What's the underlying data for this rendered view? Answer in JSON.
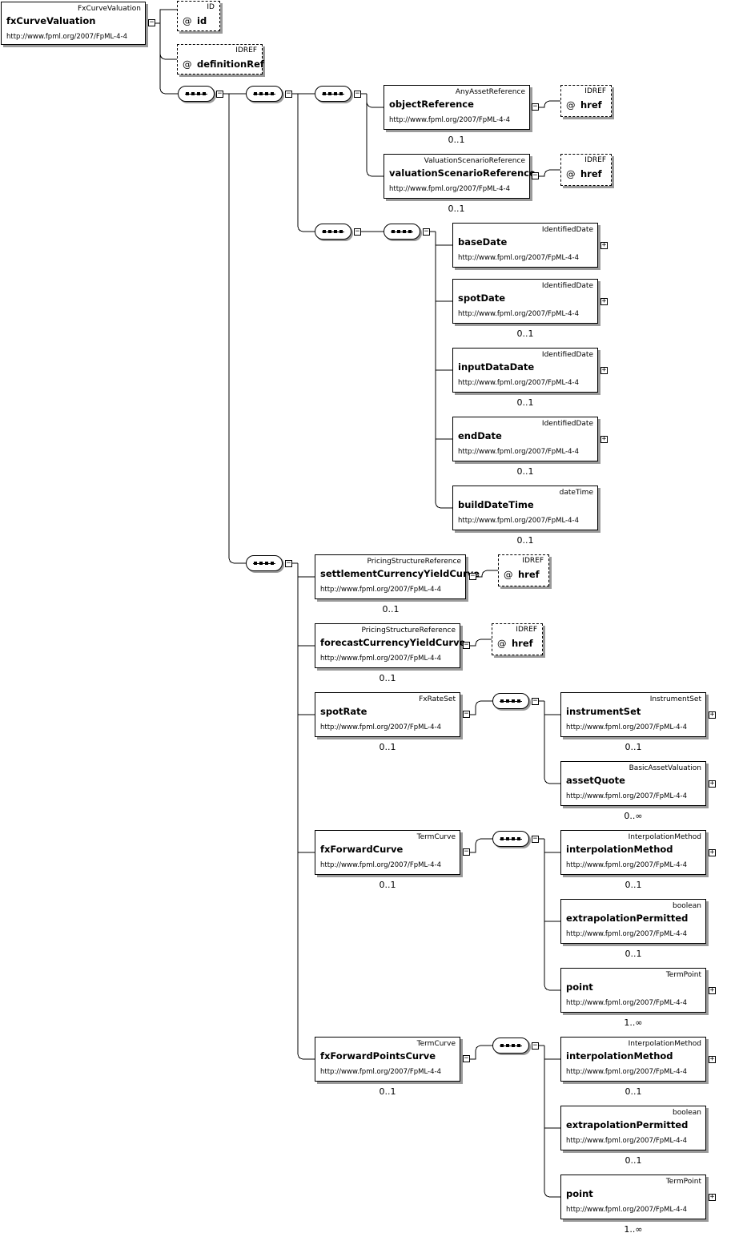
{
  "root": {
    "name": "fxCurveValuation",
    "type": "FxCurveValuation",
    "namespace": "http://www.fpml.org/2007/FpML-4-4"
  },
  "attributes": [
    {
      "name": "id",
      "type": "ID"
    },
    {
      "name": "definitionRef",
      "type": "IDREF"
    }
  ],
  "elements": [
    {
      "name": "objectReference",
      "type": "AnyAssetReference",
      "namespace": "http://www.fpml.org/2007/FpML-4-4",
      "cardinality": "0..1",
      "attribute": {
        "name": "href",
        "type": "IDREF"
      }
    },
    {
      "name": "valuationScenarioReference",
      "type": "ValuationScenarioReference",
      "namespace": "http://www.fpml.org/2007/FpML-4-4",
      "cardinality": "0..1",
      "attribute": {
        "name": "href",
        "type": "IDREF"
      }
    },
    {
      "name": "baseDate",
      "type": "IdentifiedDate",
      "namespace": "http://www.fpml.org/2007/FpML-4-4",
      "cardinality": ""
    },
    {
      "name": "spotDate",
      "type": "IdentifiedDate",
      "namespace": "http://www.fpml.org/2007/FpML-4-4",
      "cardinality": "0..1"
    },
    {
      "name": "inputDataDate",
      "type": "IdentifiedDate",
      "namespace": "http://www.fpml.org/2007/FpML-4-4",
      "cardinality": "0..1"
    },
    {
      "name": "endDate",
      "type": "IdentifiedDate",
      "namespace": "http://www.fpml.org/2007/FpML-4-4",
      "cardinality": "0..1"
    },
    {
      "name": "buildDateTime",
      "type": "dateTime",
      "namespace": "http://www.fpml.org/2007/FpML-4-4",
      "cardinality": "0..1"
    },
    {
      "name": "settlementCurrencyYieldCurve",
      "type": "PricingStructureReference",
      "namespace": "http://www.fpml.org/2007/FpML-4-4",
      "cardinality": "0..1",
      "attribute": {
        "name": "href",
        "type": "IDREF"
      }
    },
    {
      "name": "forecastCurrencyYieldCurve",
      "type": "PricingStructureReference",
      "namespace": "http://www.fpml.org/2007/FpML-4-4",
      "cardinality": "0..1",
      "attribute": {
        "name": "href",
        "type": "IDREF"
      }
    },
    {
      "name": "spotRate",
      "type": "FxRateSet",
      "namespace": "http://www.fpml.org/2007/FpML-4-4",
      "cardinality": "0..1"
    },
    {
      "name": "instrumentSet",
      "type": "InstrumentSet",
      "namespace": "http://www.fpml.org/2007/FpML-4-4",
      "cardinality": "0..1"
    },
    {
      "name": "assetQuote",
      "type": "BasicAssetValuation",
      "namespace": "http://www.fpml.org/2007/FpML-4-4",
      "cardinality": "0..∞"
    },
    {
      "name": "fxForwardCurve",
      "type": "TermCurve",
      "namespace": "http://www.fpml.org/2007/FpML-4-4",
      "cardinality": "0..1"
    },
    {
      "name": "interpolationMethod",
      "type": "InterpolationMethod",
      "namespace": "http://www.fpml.org/2007/FpML-4-4",
      "cardinality": "0..1"
    },
    {
      "name": "extrapolationPermitted",
      "type": "boolean",
      "namespace": "http://www.fpml.org/2007/FpML-4-4",
      "cardinality": "0..1"
    },
    {
      "name": "point",
      "type": "TermPoint",
      "namespace": "http://www.fpml.org/2007/FpML-4-4",
      "cardinality": "1..∞"
    },
    {
      "name": "fxForwardPointsCurve",
      "type": "TermCurve",
      "namespace": "http://www.fpml.org/2007/FpML-4-4",
      "cardinality": "0..1"
    },
    {
      "name": "interpolationMethod",
      "type": "InterpolationMethod",
      "namespace": "http://www.fpml.org/2007/FpML-4-4",
      "cardinality": "0..1"
    },
    {
      "name": "extrapolationPermitted",
      "type": "boolean",
      "namespace": "http://www.fpml.org/2007/FpML-4-4",
      "cardinality": "0..1"
    },
    {
      "name": "point",
      "type": "TermPoint",
      "namespace": "http://www.fpml.org/2007/FpML-4-4",
      "cardinality": "1..∞"
    }
  ],
  "toggles": {
    "collapse": "−",
    "expand": "+"
  }
}
